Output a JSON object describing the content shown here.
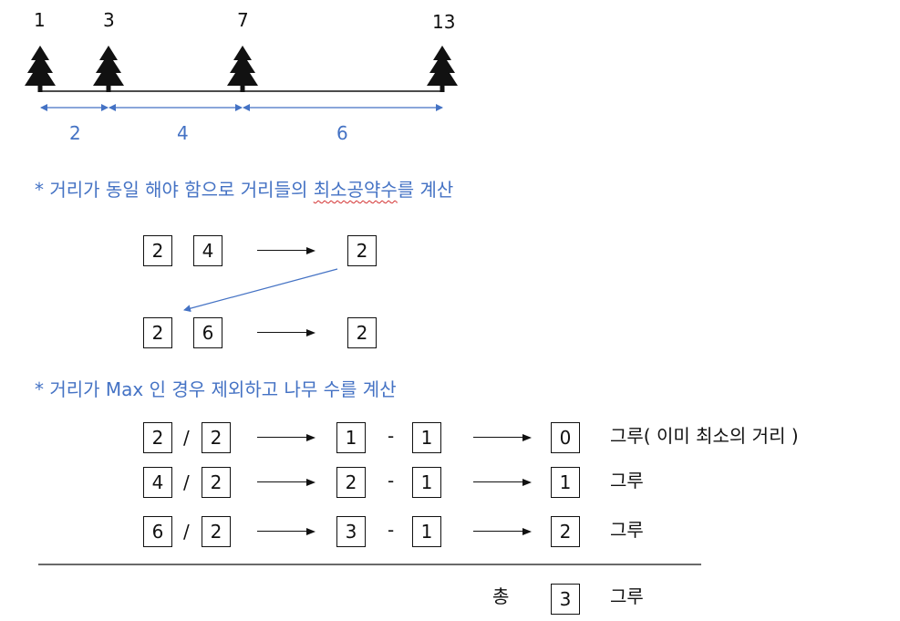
{
  "trees": [
    {
      "label": "1"
    },
    {
      "label": "3"
    },
    {
      "label": "7"
    },
    {
      "label": "13"
    }
  ],
  "gaps": [
    "2",
    "4",
    "6"
  ],
  "section1": {
    "note_prefix": "* 거리가 동일 해야 함으로 거리들의 ",
    "note_underlined": "최소공약수",
    "note_suffix": "를 계산",
    "row1": {
      "a": "2",
      "b": "4",
      "result": "2"
    },
    "row2": {
      "a": "2",
      "b": "6",
      "result": "2"
    }
  },
  "section2": {
    "note": "* 거리가 Max 인 경우 제외하고 나무 수를 계산",
    "rows": [
      {
        "gap": "2",
        "gcd": "2",
        "quot": "1",
        "minus": "1",
        "count": "0",
        "suffix": "그루( 이미 최소의 거리 )"
      },
      {
        "gap": "4",
        "gcd": "2",
        "quot": "2",
        "minus": "1",
        "count": "1",
        "suffix": "그루"
      },
      {
        "gap": "6",
        "gcd": "2",
        "quot": "3",
        "minus": "1",
        "count": "2",
        "suffix": "그루"
      }
    ],
    "div_symbol": "/",
    "minus_symbol": "-"
  },
  "total": {
    "label": "총",
    "value": "3",
    "suffix": "그루"
  },
  "colors": {
    "ink": "#111111",
    "accent": "#4472c4",
    "spell_underline": "#d32f2f"
  },
  "icons": {
    "tree": "pine-tree-icon",
    "arrow": "right-arrow-icon"
  }
}
